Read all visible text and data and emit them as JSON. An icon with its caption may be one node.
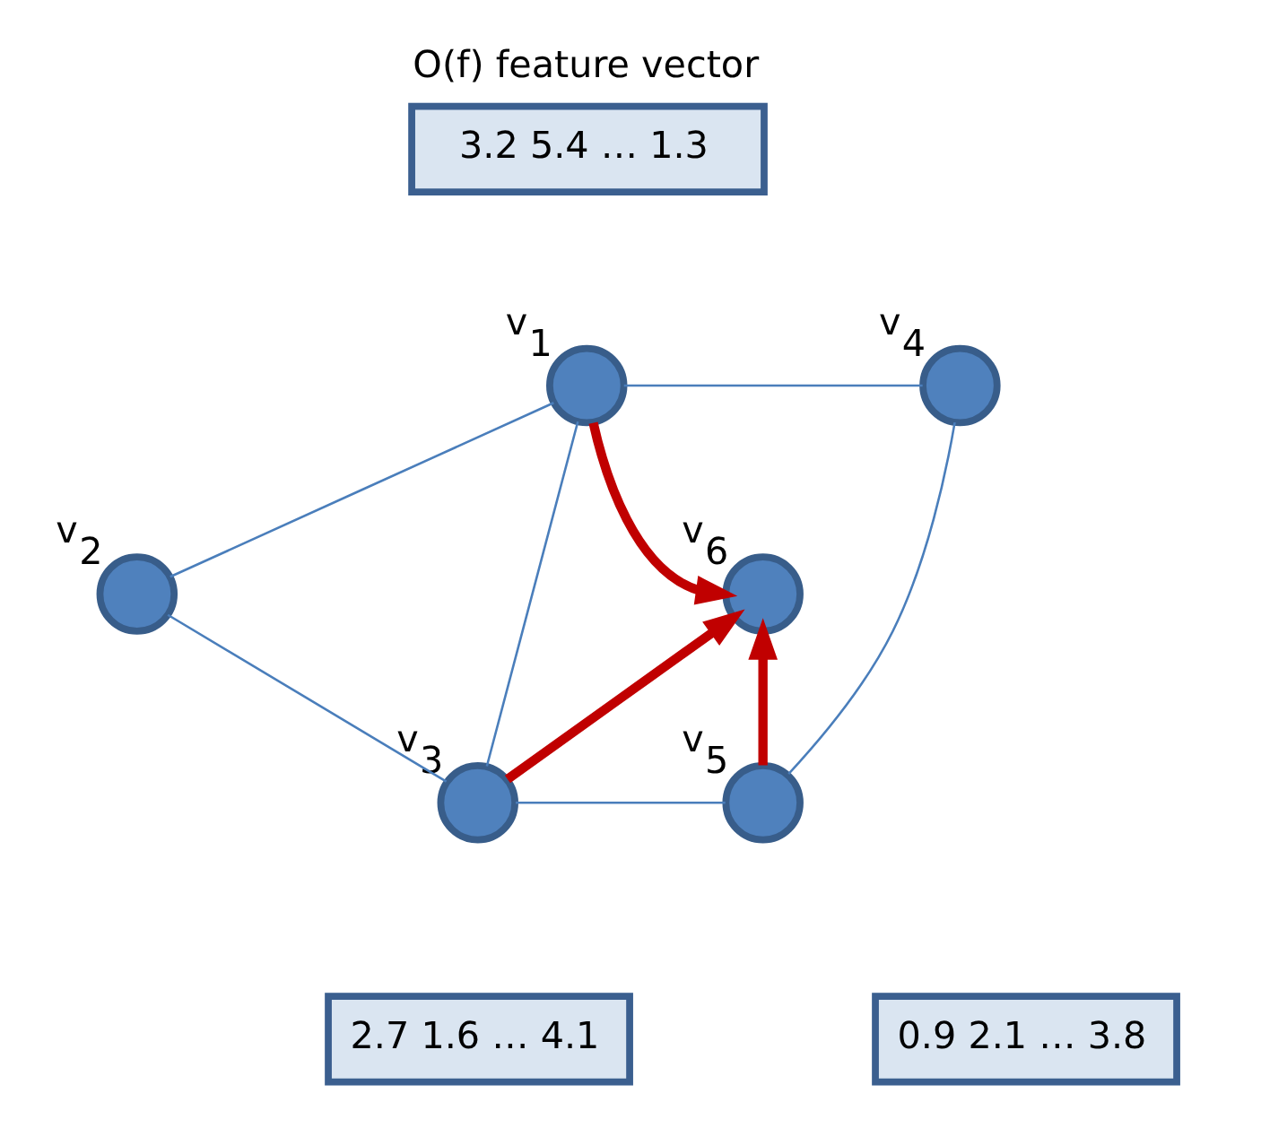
{
  "diagram": {
    "nodes": [
      {
        "text": [
          "O(f) feature vector",
          "3.2 5.4 … 1.3"
        ]
      },
      {
        "text": [],
        "shape": "circle",
        "beside": [
          "v$_{1}$"
        ]
      },
      {
        "text": [],
        "shape": "circle",
        "beside": [
          "v$_{2}$"
        ]
      },
      {
        "text": [],
        "shape": "circle",
        "beside": [
          "v$_{3}$"
        ]
      },
      {
        "text": [],
        "shape": "circle",
        "beside": [
          "v$_{4}$"
        ]
      },
      {
        "text": [],
        "shape": "circle",
        "beside": [
          "v$_{5}$"
        ]
      },
      {
        "text": [],
        "shape": "circle",
        "beside": [
          "v$_{6}$"
        ]
      },
      {
        "text": [
          "2.7 1.6 … 4.1"
        ]
      },
      {
        "text": [
          "0.9 2.1 … 3.8"
        ]
      }
    ],
    "edges": [
      {
        "from": 1,
        "to": 4,
        "arrow": "none"
      },
      {
        "from": 1,
        "to": 2,
        "arrow": "none"
      },
      {
        "from": 1,
        "to": 3,
        "arrow": "none"
      },
      {
        "from": 1,
        "to": 6,
        "arrow": "to",
        "style": "thick",
        "color": "#c00000"
      },
      {
        "from": 2,
        "to": 3,
        "arrow": "none"
      },
      {
        "from": 4,
        "to": 5,
        "arrow": "none"
      },
      {
        "from": 3,
        "to": 5,
        "arrow": "none"
      },
      {
        "from": 3,
        "to": 6,
        "arrow": "to",
        "style": "thick",
        "color": "#c00000"
      },
      {
        "from": 5,
        "to": 6,
        "arrow": "to",
        "style": "thick",
        "color": "#c00000"
      }
    ]
  }
}
